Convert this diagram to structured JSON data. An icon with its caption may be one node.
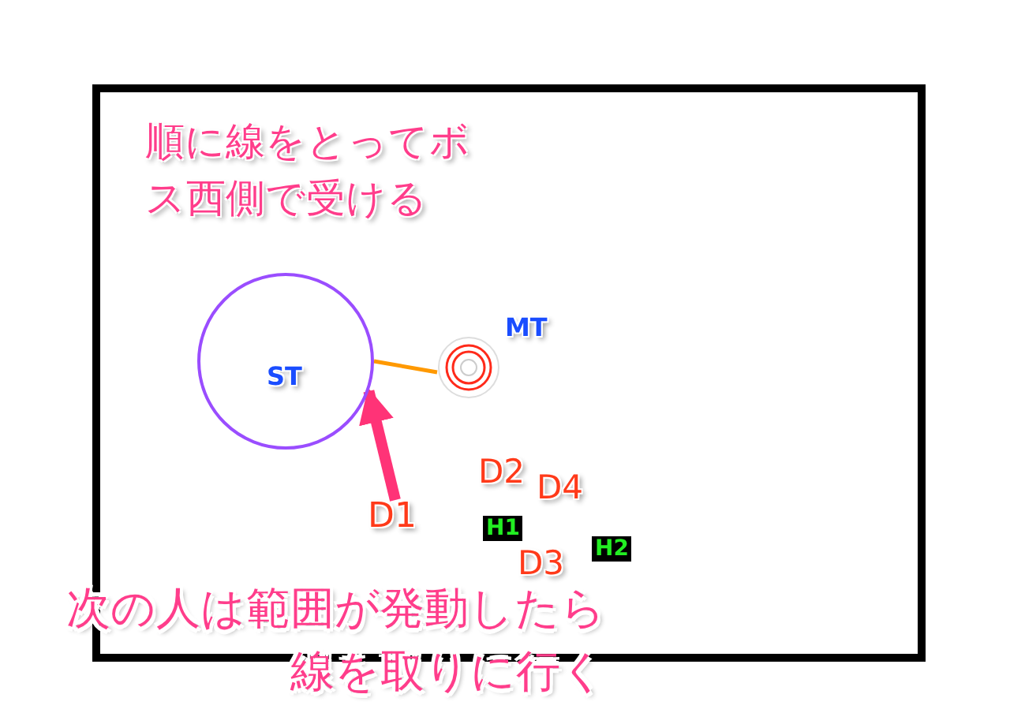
{
  "diagram": {
    "nodes": [
      {
        "text": [
          "ST"
        ]
      },
      {
        "text": [],
        "shape": "circle",
        "beside": [
          "MT"
        ]
      },
      {
        "text": [
          "D1"
        ]
      }
    ],
    "edges": [
      {
        "from": 0,
        "to": 1,
        "arrow": "none",
        "color": "#ff9900"
      },
      {
        "from": 2,
        "to": 0,
        "arrow": "to",
        "style": "thick",
        "color": "#ff3377"
      }
    ],
    "labels": [
      "順に線をとってボス西側で受ける",
      "D2",
      "D4",
      "H1",
      "H2",
      "D3",
      "次の人は範囲が発動したら線を取りに行く"
    ]
  }
}
